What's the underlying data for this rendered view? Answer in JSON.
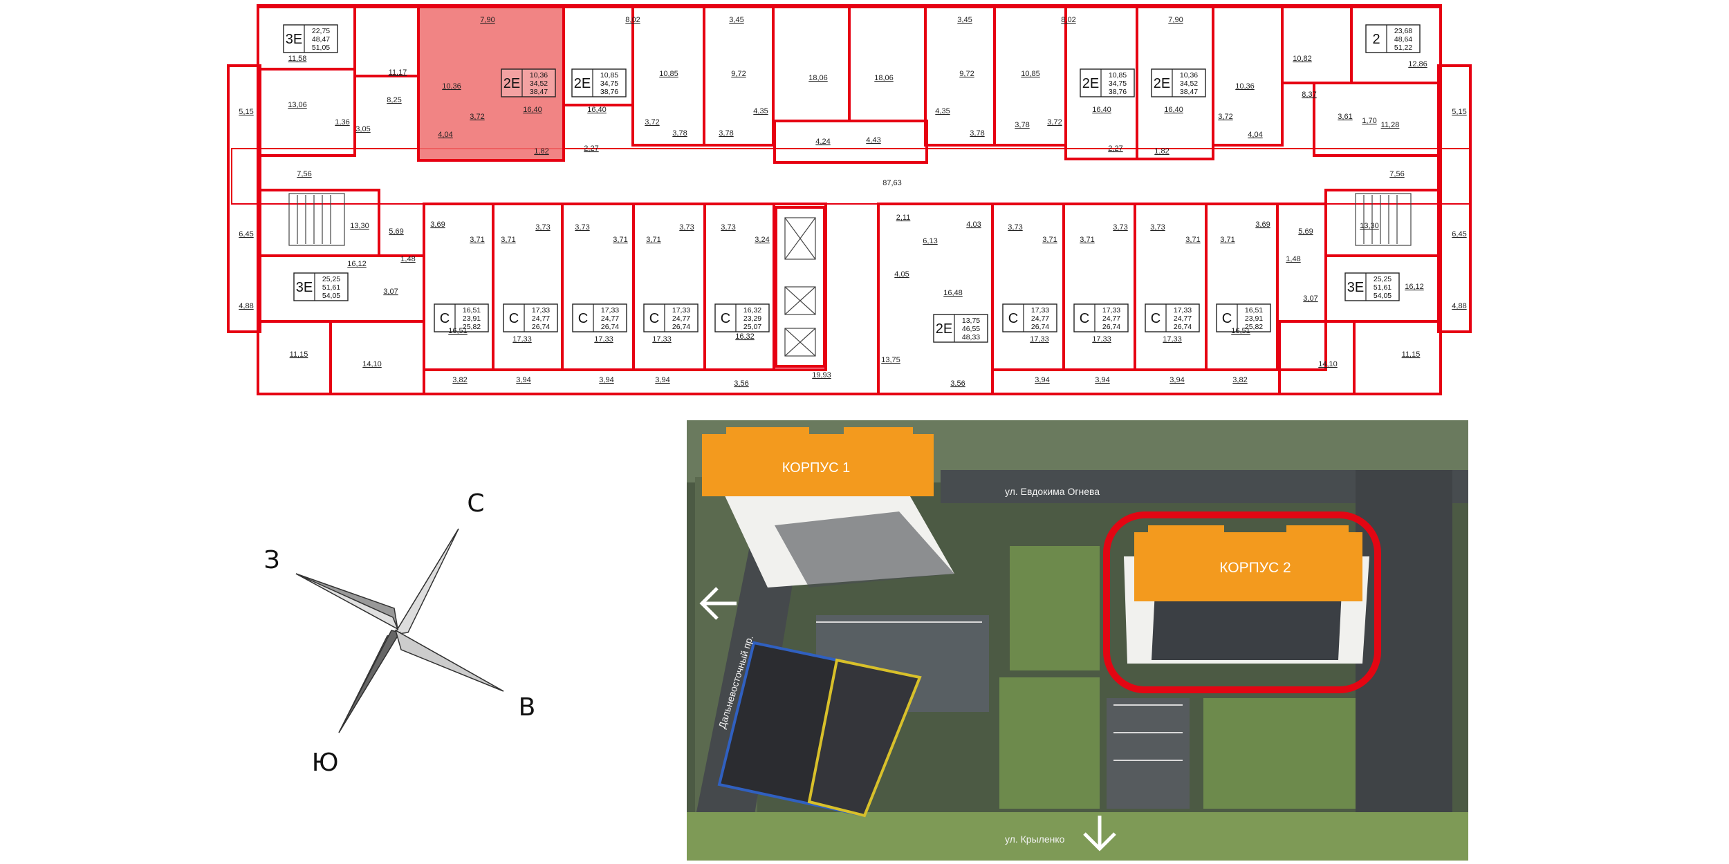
{
  "compass": {
    "north": "С",
    "south": "Ю",
    "west": "З",
    "east": "В"
  },
  "map": {
    "building1": "КОРПУС 1",
    "building2": "КОРПУС 2",
    "street_top": "ул. Евдокима Огнева",
    "street_left": "Дальневосточный пр.",
    "street_bottom": "ул. Крыленко"
  },
  "plan": {
    "corridor_area": "87,63",
    "apartments": [
      {
        "type": "3Е",
        "areas": [
          "22,75",
          "48,47",
          "51,05"
        ]
      },
      {
        "type": "2Е",
        "areas": [
          "10,36",
          "34,52",
          "38,47"
        ],
        "selected": true
      },
      {
        "type": "2Е",
        "areas": [
          "10,85",
          "34,75",
          "38,76"
        ]
      },
      {
        "type": "2Е",
        "areas": [
          "10,85",
          "34,75",
          "38,76"
        ]
      },
      {
        "type": "2Е",
        "areas": [
          "10,36",
          "34,52",
          "38,47"
        ]
      },
      {
        "type": "2",
        "areas": [
          "23,68",
          "48,64",
          "51,22"
        ]
      },
      {
        "type": "3Е",
        "areas": [
          "25,25",
          "51,61",
          "54,05"
        ]
      },
      {
        "type": "С",
        "areas": [
          "16,51",
          "23,91",
          "25,82"
        ]
      },
      {
        "type": "С",
        "areas": [
          "17,33",
          "24,77",
          "26,74"
        ]
      },
      {
        "type": "С",
        "areas": [
          "17,33",
          "24,77",
          "26,74"
        ]
      },
      {
        "type": "С",
        "areas": [
          "17,33",
          "24,77",
          "26,74"
        ]
      },
      {
        "type": "С",
        "areas": [
          "16,32",
          "23,29",
          "25,07"
        ]
      },
      {
        "type": "2Е",
        "areas": [
          "13,75",
          "46,55",
          "48,33"
        ]
      },
      {
        "type": "С",
        "areas": [
          "17,33",
          "24,77",
          "26,74"
        ]
      },
      {
        "type": "С",
        "areas": [
          "17,33",
          "24,77",
          "26,74"
        ]
      },
      {
        "type": "С",
        "areas": [
          "17,33",
          "24,77",
          "26,74"
        ]
      },
      {
        "type": "С",
        "areas": [
          "16,51",
          "23,91",
          "25,82"
        ]
      },
      {
        "type": "3Е",
        "areas": [
          "25,25",
          "51,61",
          "54,05"
        ]
      }
    ],
    "room_labels": [
      "7,90",
      "8,02",
      "3,45",
      "3,45",
      "8,02",
      "7,90",
      "11,58",
      "11,17",
      "10,36",
      "16,40",
      "16,40",
      "10,85",
      "9,72",
      "18,06",
      "18,06",
      "9,72",
      "10,85",
      "16,40",
      "16,40",
      "10,36",
      "10,82",
      "12,86",
      "13,06",
      "5,15",
      "8,25",
      "1,36",
      "3,05",
      "3,72",
      "4,04",
      "1,82",
      "2,27",
      "3,72",
      "3,78",
      "3,78",
      "4,35",
      "4,24",
      "4,43",
      "4,35",
      "3,78",
      "3,78",
      "3,72",
      "2,27",
      "1,82",
      "3,72",
      "4,04",
      "8,37",
      "3,61",
      "1,70",
      "11,28",
      "5,15",
      "7,56",
      "7,56",
      "13,30",
      "6,45",
      "5,69",
      "3,69",
      "3,71",
      "3,71",
      "3,73",
      "3,73",
      "3,71",
      "3,71",
      "3,73",
      "3,73",
      "3,24",
      "2,11",
      "6,13",
      "4,03",
      "3,73",
      "3,71",
      "3,71",
      "3,73",
      "3,73",
      "3,71",
      "3,71",
      "3,69",
      "5,69",
      "13,30",
      "6,45",
      "16,12",
      "1,48",
      "3,07",
      "4,88",
      "16,51",
      "17,33",
      "17,33",
      "17,33",
      "16,32",
      "4,05",
      "16,48",
      "17,33",
      "17,33",
      "17,33",
      "16,51",
      "1,48",
      "3,07",
      "16,12",
      "4,88",
      "11,15",
      "14,10",
      "13,75",
      "14,10",
      "11,15",
      "3,82",
      "3,94",
      "3,94",
      "3,94",
      "3,56",
      "19,93",
      "3,56",
      "3,94",
      "3,94",
      "3,94",
      "3,82"
    ]
  }
}
